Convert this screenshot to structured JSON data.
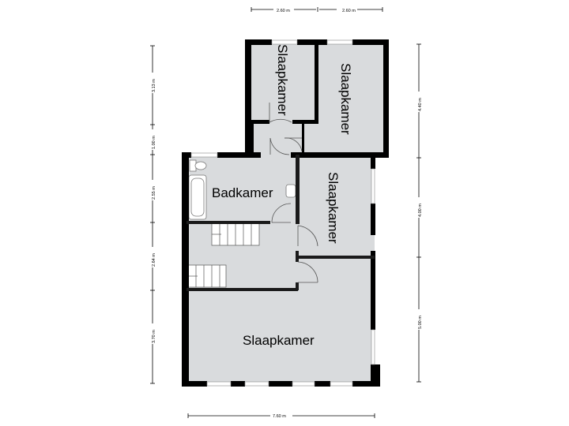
{
  "dimensions": {
    "top_left": "2.60 m",
    "top_right": "2.60 m",
    "bottom": "7.60 m",
    "left_1": "3.13 m",
    "left_2": "1.00 m",
    "left_3": "2.55 m",
    "left_4": "2.64 m",
    "left_5": "3.70 m",
    "right_1": "4.40 m",
    "right_2": "4.00 m",
    "right_3": "5.00 m"
  },
  "rooms": {
    "slaapkamer_small": "Slaapkamer",
    "slaapkamer_topright": "Slaapkamer",
    "badkamer": "Badkamer",
    "slaapkamer_middle": "Slaapkamer",
    "slaapkamer_large": "Slaapkamer"
  }
}
